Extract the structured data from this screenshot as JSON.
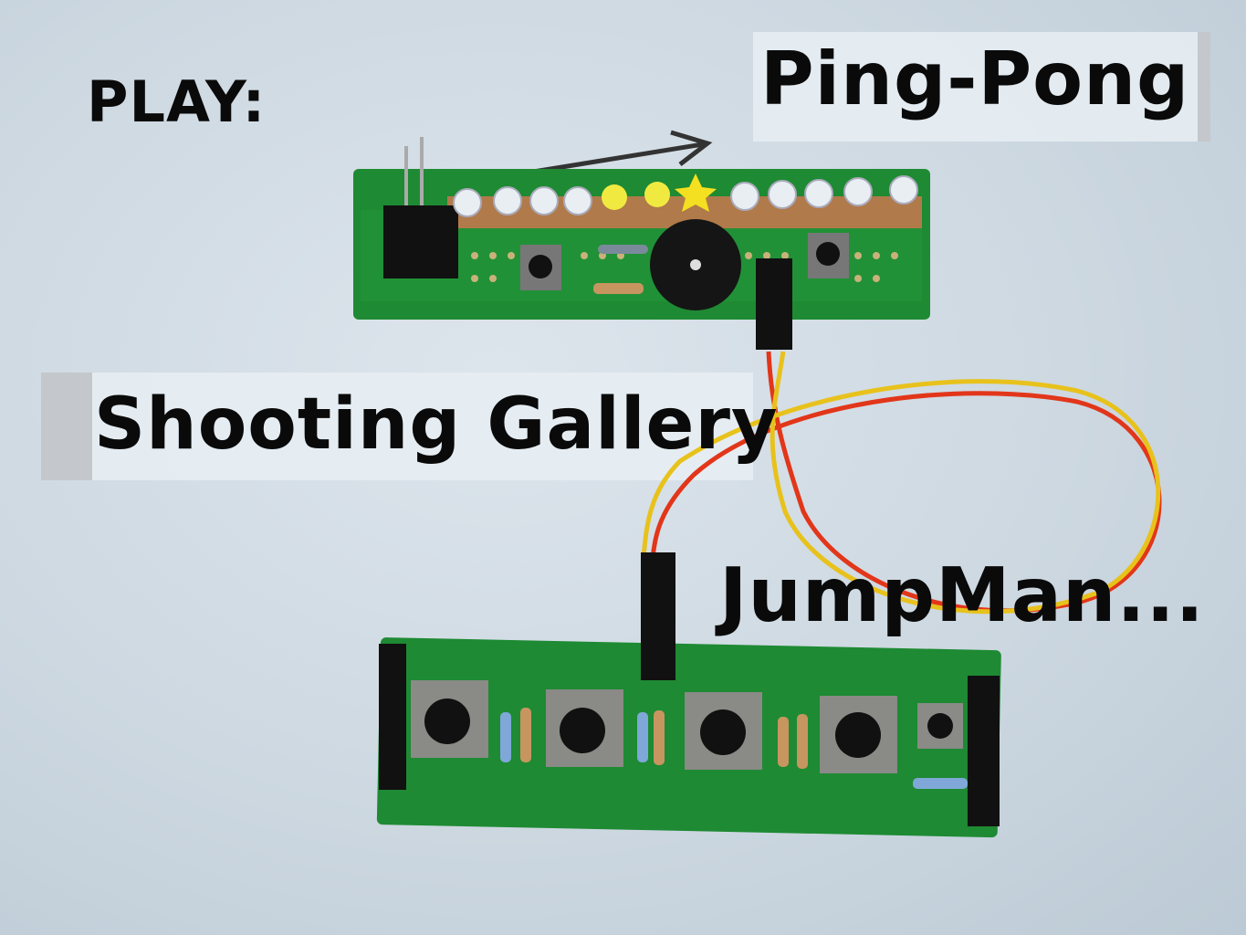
{
  "labels": {
    "play": "PLAY:",
    "ping_pong": "Ping-Pong",
    "shooting_gallery": "Shooting Gallery",
    "jumpman": "JumpMan..."
  },
  "colors": {
    "background": "#cfd9e2",
    "pcb_green": "#1e8a33",
    "wire_red": "#e2361a",
    "wire_yellow": "#e8c21c",
    "text": "#0a0a0a"
  }
}
